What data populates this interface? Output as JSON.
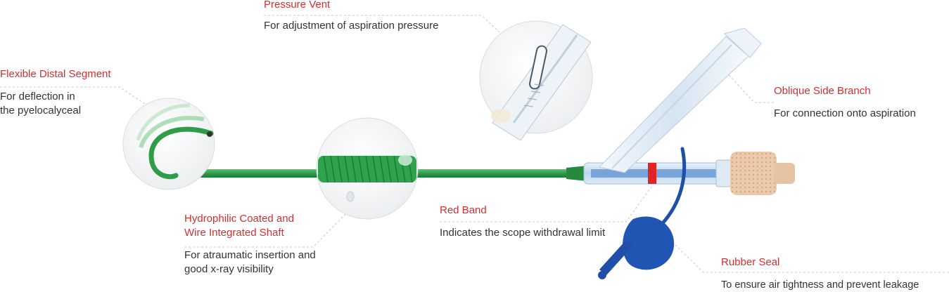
{
  "colors": {
    "accent": "#d32f2f",
    "text": "#333333",
    "shaft_green": "#2e9c48",
    "seal_blue": "#1f4fa8",
    "connector_tan": "#e9c7a6"
  },
  "callouts": {
    "pressure_vent": {
      "title": "Pressure Vent",
      "description": "For adjustment of aspiration pressure"
    },
    "flexible_distal": {
      "title": "Flexible Distal Segment",
      "description_lines": [
        "For deflection in",
        "the pyelocalyceal"
      ]
    },
    "oblique_branch": {
      "title": "Oblique Side Branch",
      "description": "For connection onto aspiration"
    },
    "hydrophilic_shaft": {
      "title_lines": [
        "Hydrophilic Coated and",
        "Wire Integrated Shaft"
      ],
      "description_lines": [
        "For atraumatic insertion and",
        "good x-ray visibility"
      ]
    },
    "red_band": {
      "title": "Red Band",
      "description": "Indicates the scope withdrawal limit"
    },
    "rubber_seal": {
      "title": "Rubber Seal",
      "description": "To ensure air tightness and prevent leakage"
    }
  }
}
